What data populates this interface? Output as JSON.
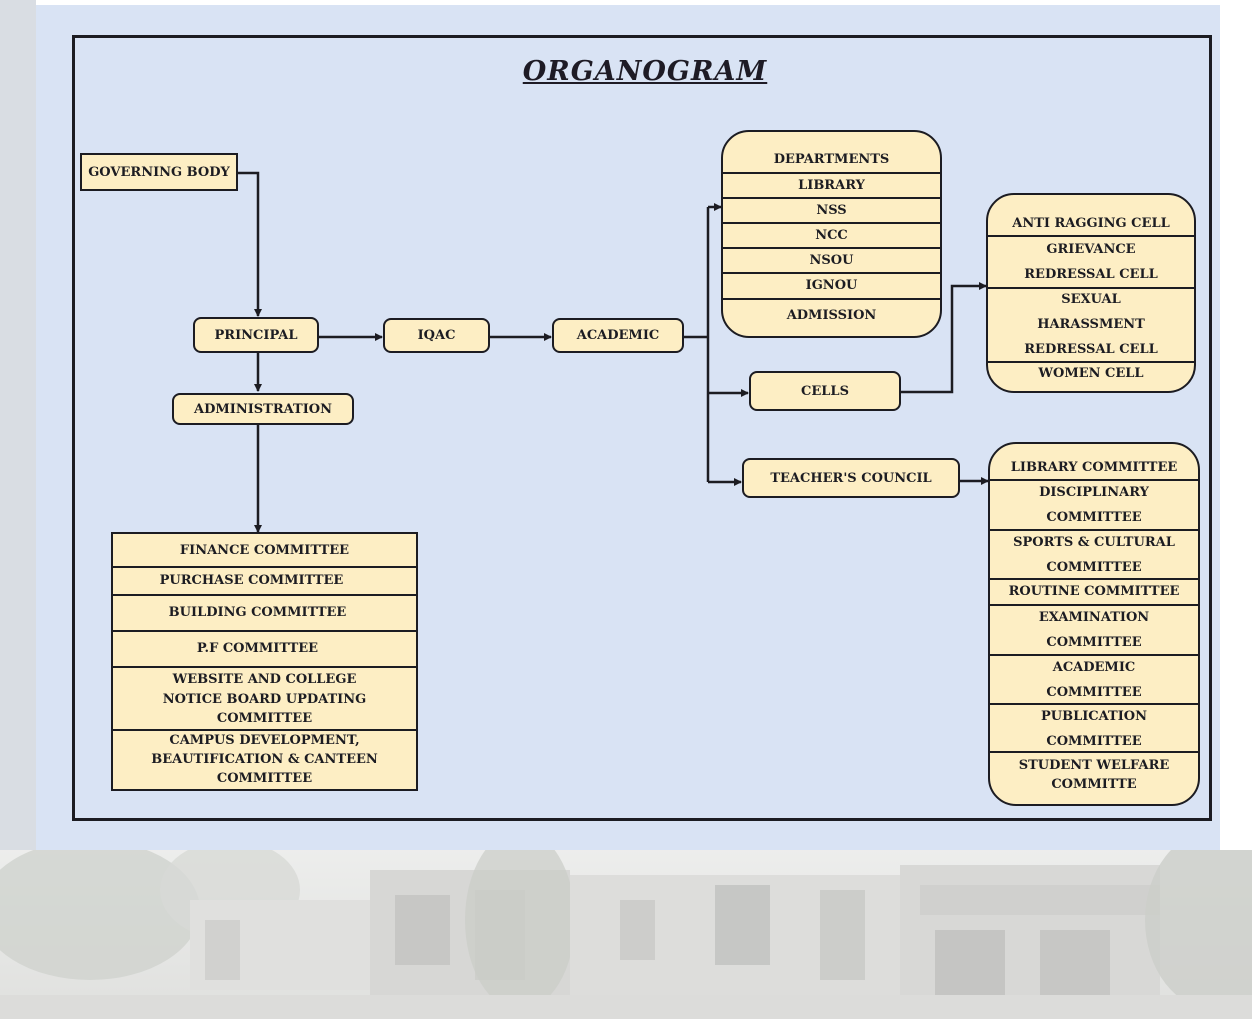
{
  "title": "ORGANOGRAM",
  "nodes": {
    "governing_body": "GOVERNING  BODY",
    "principal": "PRINCIPAL",
    "iqac": "IQAC",
    "academic": "ACADEMIC",
    "administration": "ADMINISTRATION",
    "cells": "CELLS",
    "teachers_council": "TEACHER'S COUNCIL"
  },
  "departments_list": [
    "DEPARTMENTS",
    "LIBRARY",
    "NSS",
    "NCC",
    "NSOU",
    "IGNOU",
    "ADMISSION"
  ],
  "cells_list": {
    "anti_ragging": "ANTI RAGGING CELL",
    "grievance": [
      "GRIEVANCE",
      "REDRESSAL CELL"
    ],
    "sexual_harassment": [
      "SEXUAL",
      "HARASSMENT",
      "REDRESSAL CELL"
    ],
    "women": "WOMEN CELL"
  },
  "council_committees": [
    [
      "LIBRARY COMMITTEE"
    ],
    [
      "DISCIPLINARY",
      "COMMITTEE"
    ],
    [
      "SPORTS & CULTURAL",
      "COMMITTEE"
    ],
    [
      "ROUTINE COMMITTEE"
    ],
    [
      "EXAMINATION",
      "COMMITTEE"
    ],
    [
      "ACADEMIC",
      "COMMITTEE"
    ],
    [
      "PUBLICATION",
      "COMMITTEE"
    ],
    [
      "STUDENT WELFARE",
      "COMMITTE"
    ]
  ],
  "admin_committees": [
    [
      "FINANCE COMMITTEE"
    ],
    [
      "PURCHASE COMMITTEE"
    ],
    [
      "BUILDING COMMITTEE"
    ],
    [
      "P.F COMMITTEE"
    ],
    [
      "WEBSITE AND COLLEGE",
      "NOTICE BOARD UPDATING",
      "COMMITTEE"
    ],
    [
      "CAMPUS DEVELOPMENT,",
      "BEAUTIFICATION & CANTEEN",
      "COMMITTEE"
    ]
  ],
  "colors": {
    "panel": "#d9e3f4",
    "box_fill": "#fdeec4",
    "line": "#1c1c22"
  }
}
